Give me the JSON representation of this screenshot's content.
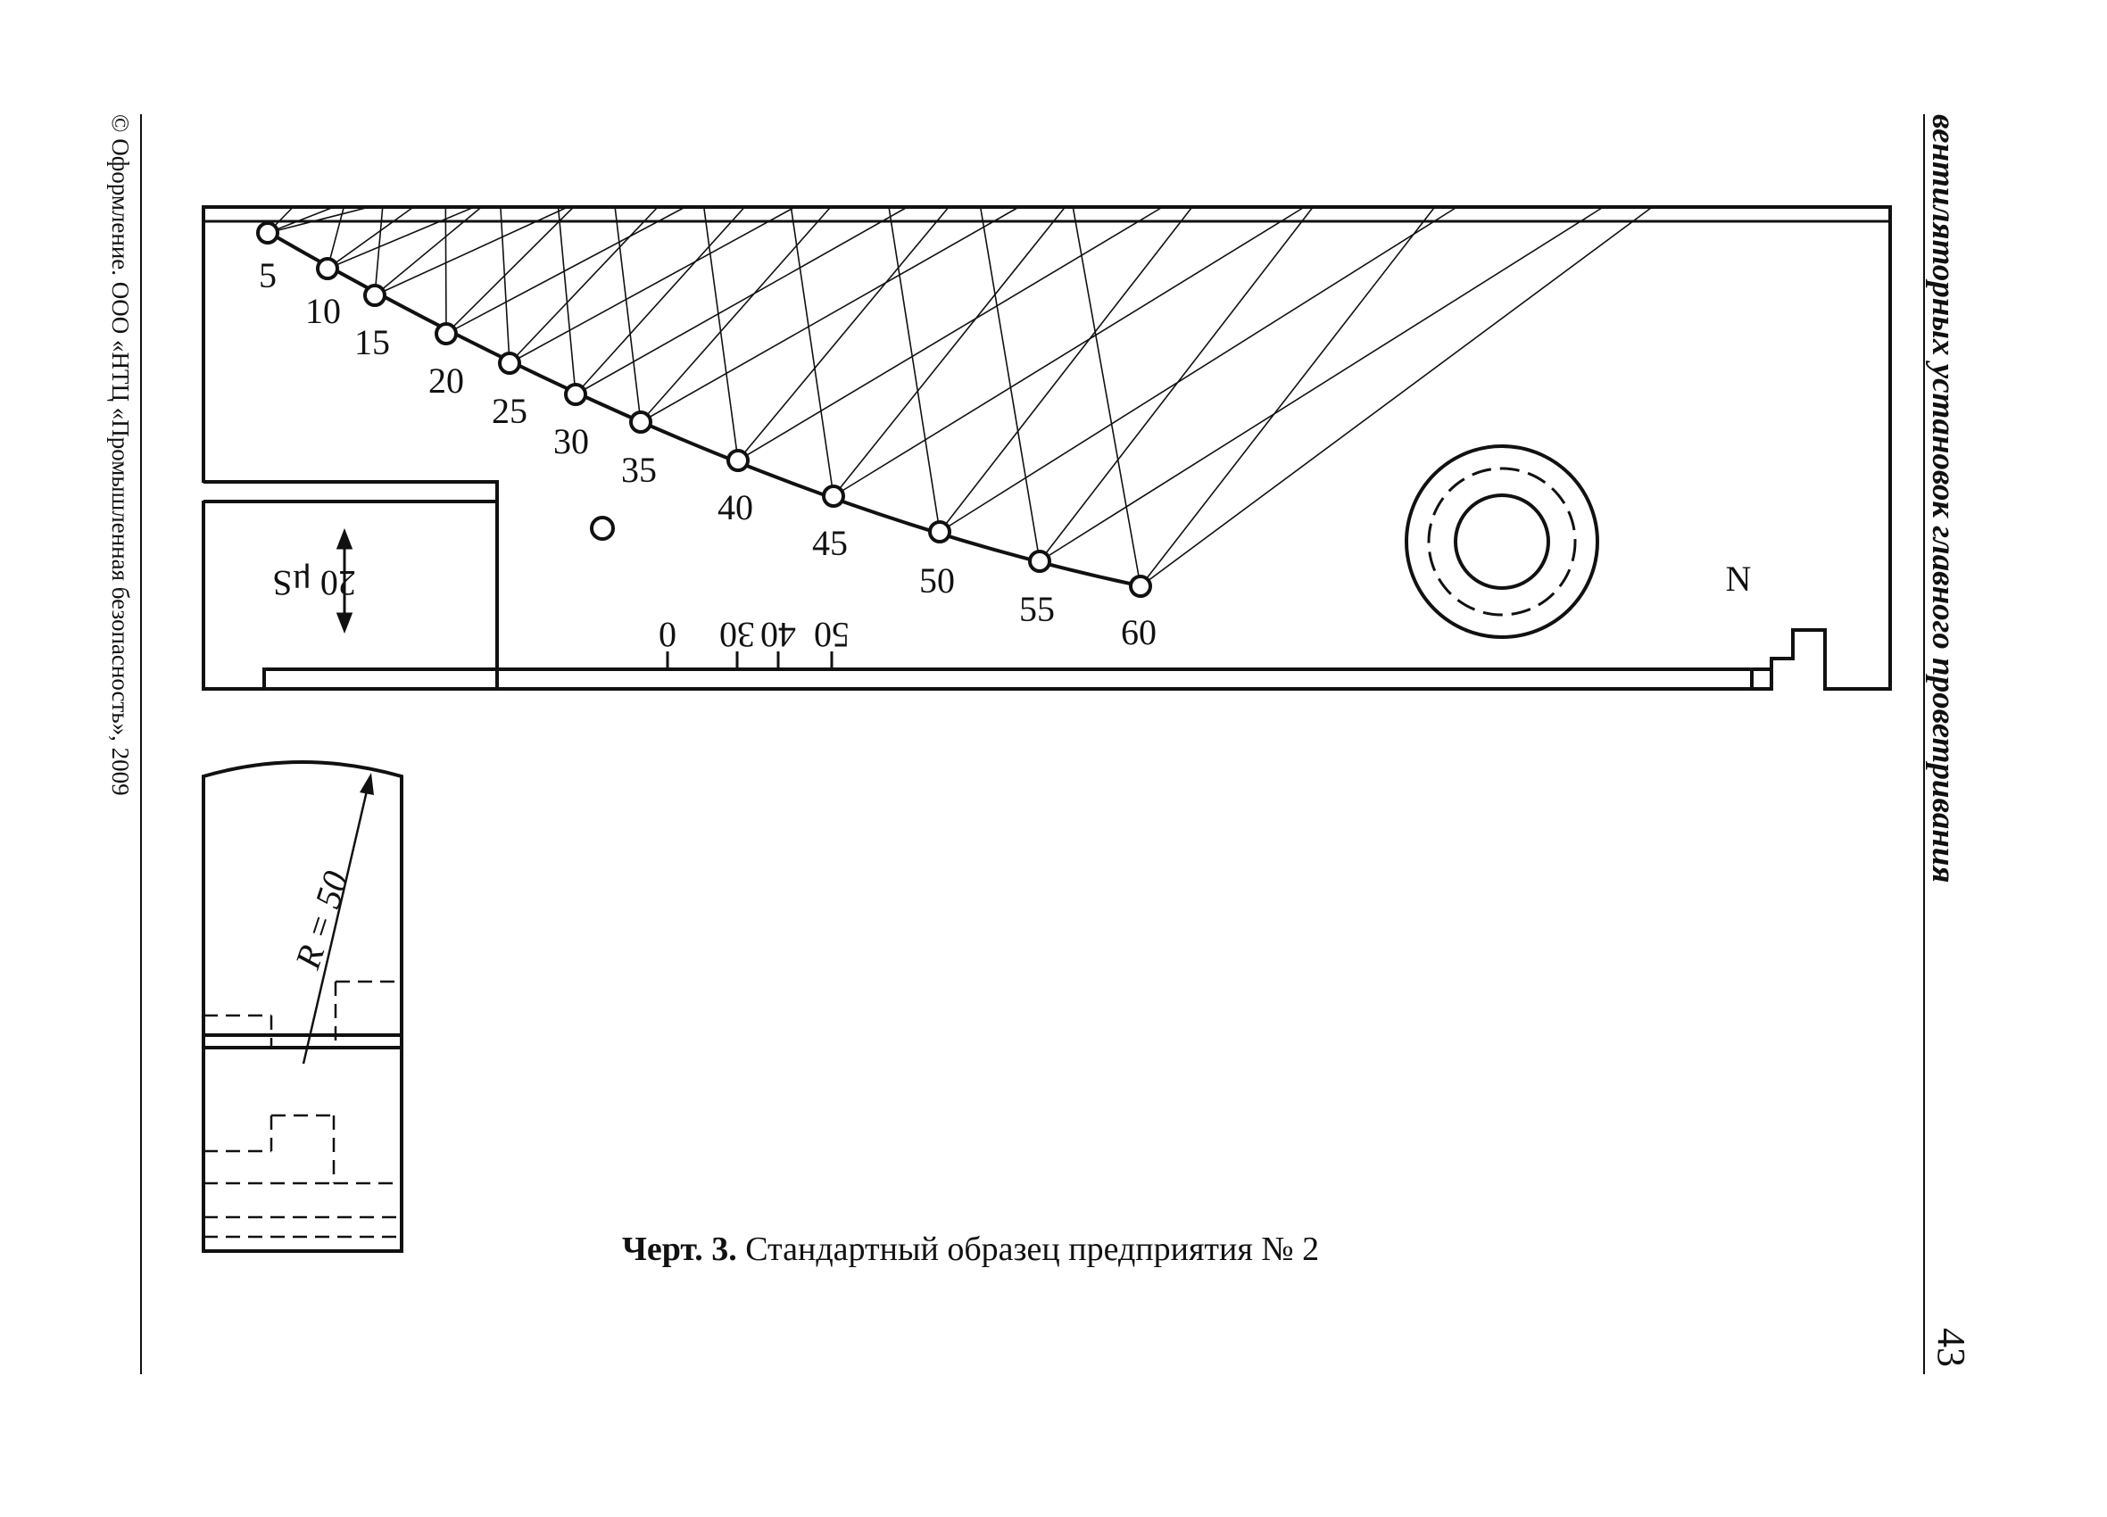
{
  "page": {
    "copyright": "© Оформление. ООО «НТЦ «Промышленная безопасность», 2009",
    "running_header": "вентиляторных установок главного проветривания",
    "page_number": "43"
  },
  "figure": {
    "caption_label": "Черт. 3.",
    "caption_text": " Стандартный образец предприятия № 2",
    "hole_labels": [
      "5",
      "10",
      "15",
      "20",
      "25",
      "30",
      "35",
      "40",
      "45",
      "50",
      "55",
      "60"
    ],
    "scale_labels": [
      "0",
      "30",
      "40",
      "50"
    ],
    "dimension_label": "20 μS",
    "marker_label": "N",
    "radius_label": "R = 50"
  }
}
